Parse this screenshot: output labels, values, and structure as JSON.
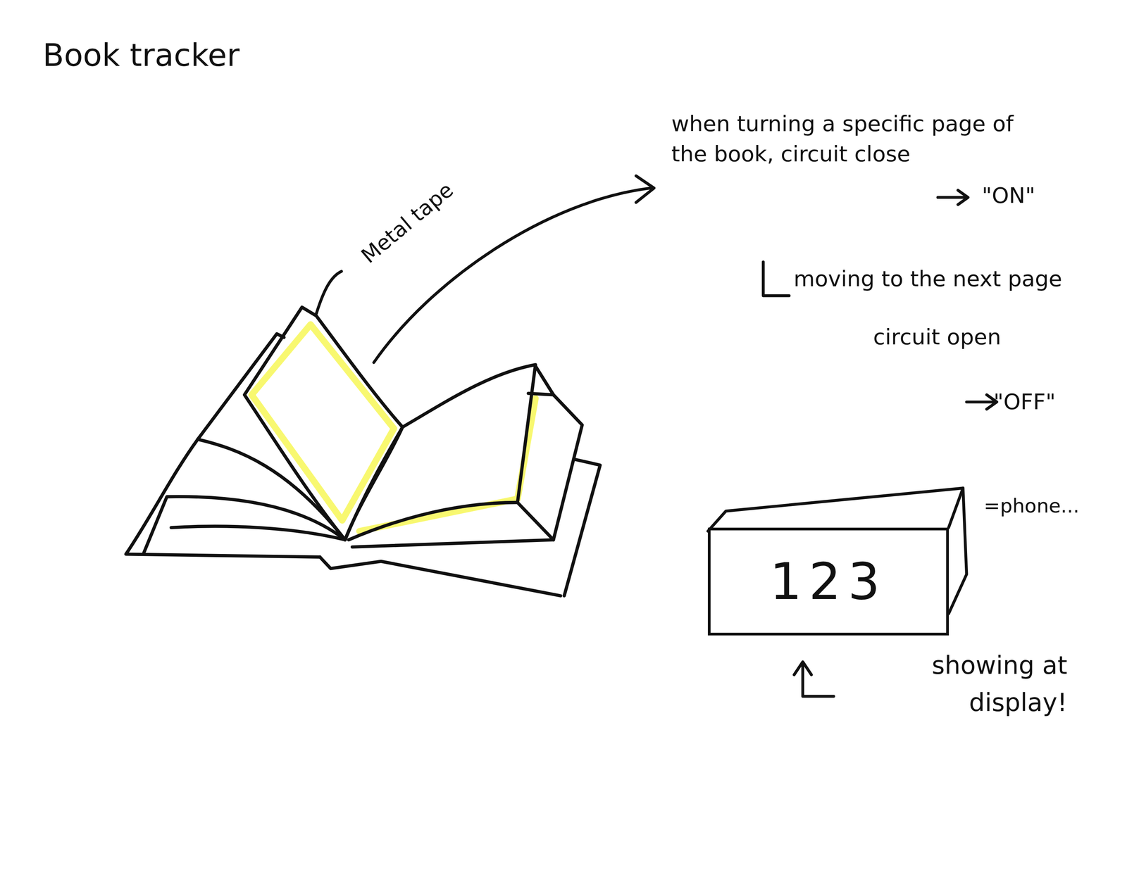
{
  "diagram": {
    "title": "Book tracker",
    "nodes": [
      {
        "text": [
          "123"
        ]
      }
    ],
    "labels": [
      "Metal tape",
      "when turning a specific page of the book, circuit close",
      "\"ON\"",
      "moving to the next page",
      "circuit open",
      "\"OFF\"",
      "=phone...",
      "showing at display!"
    ]
  }
}
